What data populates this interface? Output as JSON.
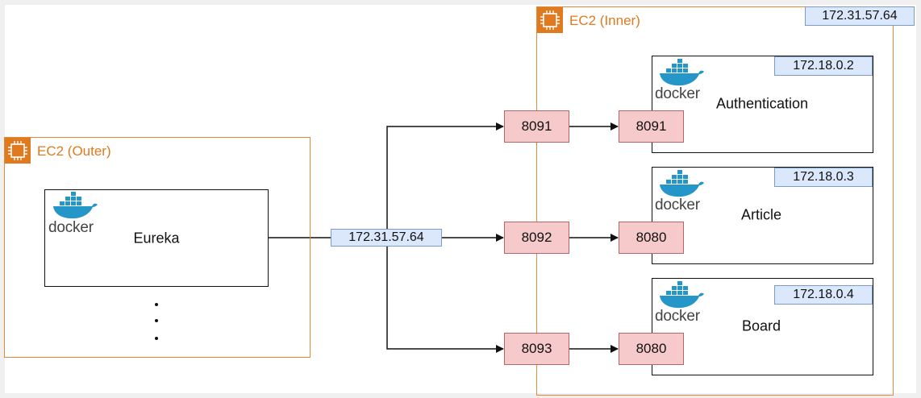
{
  "outer_group": {
    "label": "EC2 (Outer)"
  },
  "inner_group": {
    "label": "EC2 (Inner)",
    "ip": "172.31.57.64"
  },
  "eureka": {
    "label": "Eureka",
    "logo_text": "docker"
  },
  "gateway_ip": "172.31.57.64",
  "services": [
    {
      "label": "Authentication",
      "ip": "172.18.0.2",
      "host_port": "8091",
      "container_port": "8091",
      "logo_text": "docker"
    },
    {
      "label": "Article",
      "ip": "172.18.0.3",
      "host_port": "8092",
      "container_port": "8080",
      "logo_text": "docker"
    },
    {
      "label": "Board",
      "ip": "172.18.0.4",
      "host_port": "8093",
      "container_port": "8080",
      "logo_text": "docker"
    }
  ],
  "colors": {
    "aws_orange": "#e07a1f",
    "ip_fill": "#dbe8fb",
    "port_fill": "#f6caca",
    "docker_blue": "#2496c8"
  },
  "icons": [
    "ec2-chip-icon",
    "docker-whale-icon"
  ]
}
